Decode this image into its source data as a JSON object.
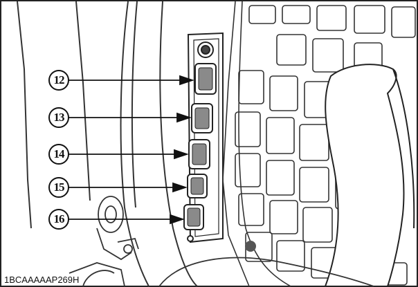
{
  "callouts": [
    {
      "label": "12"
    },
    {
      "label": "13"
    },
    {
      "label": "14"
    },
    {
      "label": "15"
    },
    {
      "label": "16"
    }
  ],
  "figure_code": "1BCAAAAAP269H"
}
